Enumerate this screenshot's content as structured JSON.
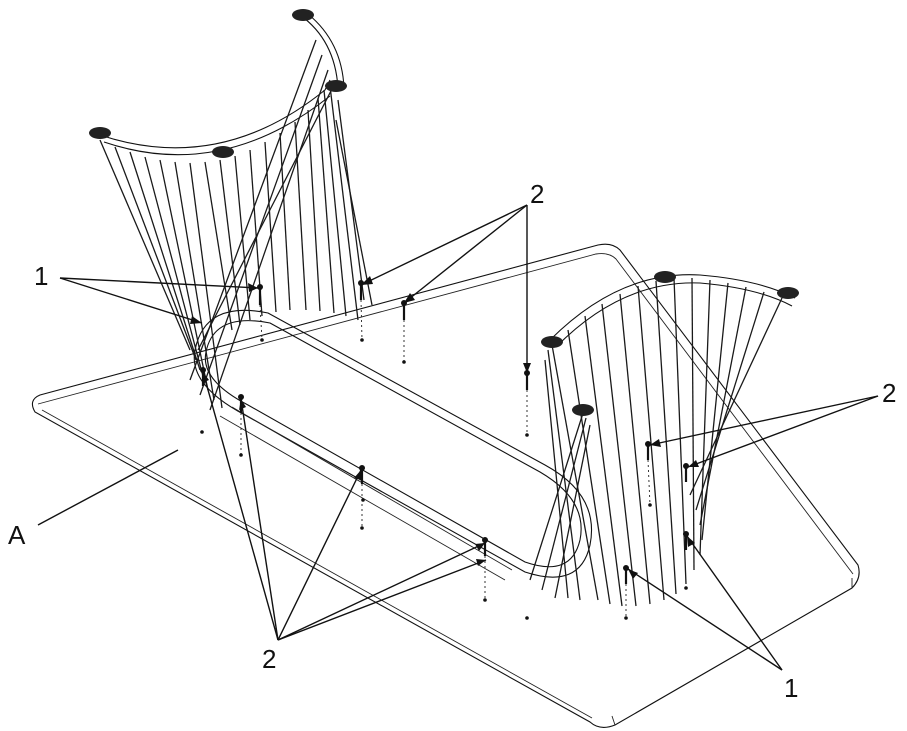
{
  "figure": {
    "callouts": {
      "part_a": "A",
      "part_1_upper_left": "1",
      "part_1_lower_right": "1",
      "part_2_top": "2",
      "part_2_right": "2",
      "part_2_bottom": "2"
    }
  }
}
